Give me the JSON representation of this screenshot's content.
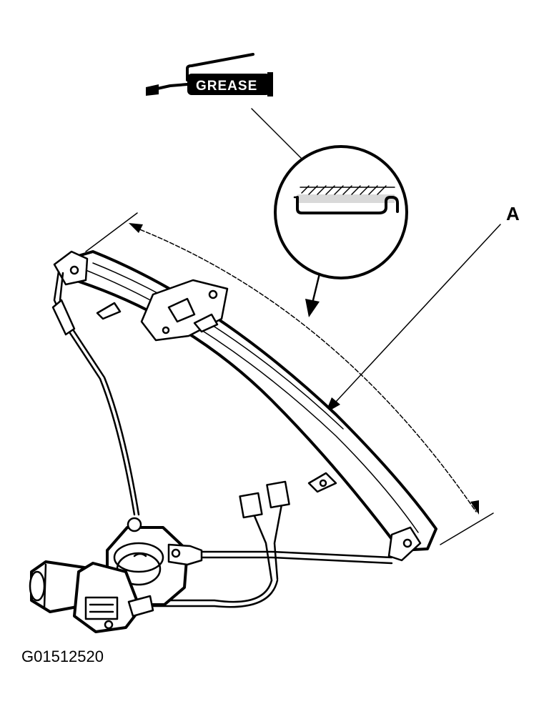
{
  "grease_label": "GREASE",
  "callout_label": "A",
  "figure_id": "G01512520",
  "icons": {
    "grease_gun": "grease-gun-icon",
    "motor": "window-motor-icon",
    "connector": "electrical-connector-icon"
  }
}
